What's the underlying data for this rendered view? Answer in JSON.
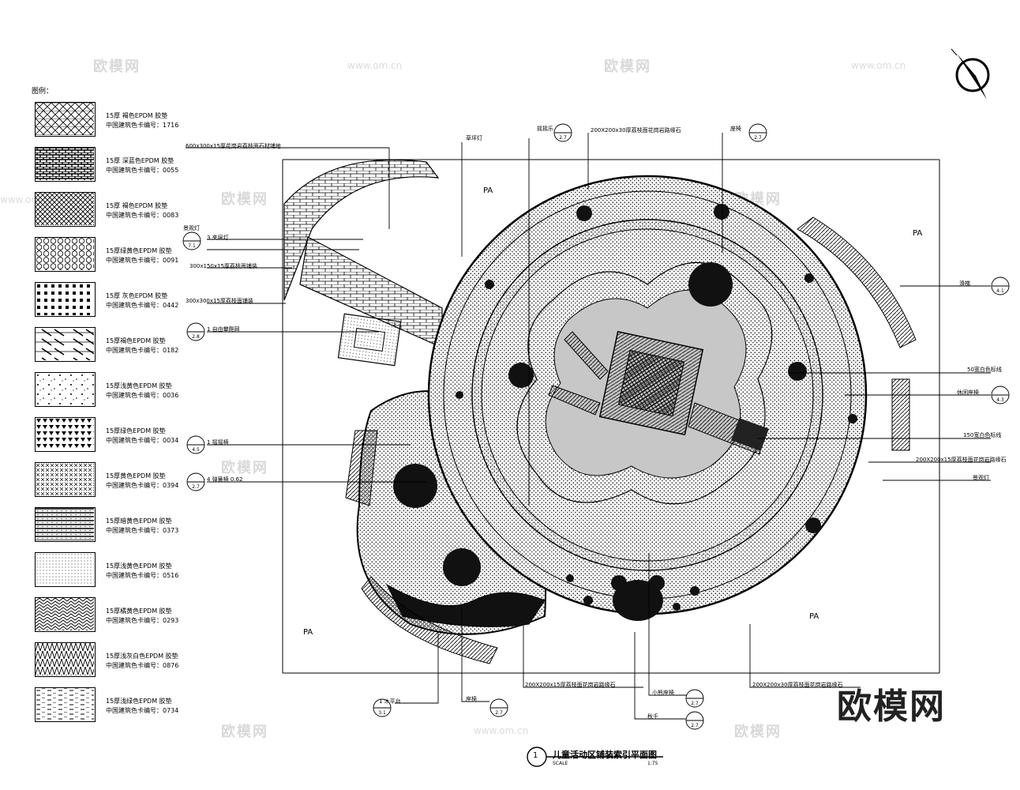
{
  "legend": {
    "heading": "图例：",
    "items": [
      {
        "line1": "15厚 褐色EPDM 胶垫",
        "line2": "中国建筑色卡编号：1716",
        "pattern": "tri"
      },
      {
        "line1": "15厚 深蓝色EPDM 胶垫",
        "line2": "中国建筑色卡编号：0055",
        "pattern": "brick"
      },
      {
        "line1": "15厚 褐色EPDM 胶垫",
        "line2": "中国建筑色卡编号：0083",
        "pattern": "cross"
      },
      {
        "line1": "15厚绿黄色EPDM 胶垫",
        "line2": "中国建筑色卡编号：0091",
        "pattern": "circ"
      },
      {
        "line1": "15厚 灰色EPDM 胶垫",
        "line2": "中国建筑色卡编号：0442",
        "pattern": "sq"
      },
      {
        "line1": "15厚褐色EPDM 胶垫",
        "line2": "中国建筑色卡编号：0182",
        "pattern": "diag"
      },
      {
        "line1": "15厚浅黄色EPDM 胶垫",
        "line2": "中国建筑色卡编号：0036",
        "pattern": "sparse"
      },
      {
        "line1": "15厚绿色EPDM 胶垫",
        "line2": "中国建筑色卡编号：0034",
        "pattern": "trifill"
      },
      {
        "line1": "15厚黄色EPDM 胶垫",
        "line2": "中国建筑色卡编号：0394",
        "pattern": "xsmall"
      },
      {
        "line1": "15厚暗黄色EPDM 胶垫",
        "line2": "中国建筑色卡编号：0373",
        "pattern": "stripes"
      },
      {
        "line1": "15厚浅黄色EPDM 胶垫",
        "line2": "中国建筑色卡编号：0516",
        "pattern": "dots"
      },
      {
        "line1": "15厚橘黄色EPDM 胶垫",
        "line2": "中国建筑色卡编号：0293",
        "pattern": "herring"
      },
      {
        "line1": "15厚浅灰白色EPDM 胶垫",
        "line2": "中国建筑色卡编号：0876",
        "pattern": "zigzag"
      },
      {
        "line1": "15厚浅绿色EPDM 胶垫",
        "line2": "中国建筑色卡编号：0734",
        "pattern": "dash"
      }
    ]
  },
  "annotations": {
    "left": [
      "600x300x15厚花岗岩荔枝面石材铺地",
      "景观灯",
      "3 夹层灯",
      "300x150x15厚荔枝面铺装",
      "300x300x15厚荔枝面铺装",
      "1 自由攀爬网",
      "1 摇摇椅",
      "4 弹簧椅 0.62"
    ],
    "top": [
      "摇摇乐",
      "200X200x30厚荔枝面花岗岩路缘石",
      "座椅",
      "草坪灯"
    ],
    "right": [
      "滑梯",
      "50宽白色标线",
      "休闲座椅",
      "150宽白色标线",
      "200X200x15厚荔枝面花岗岩路缘石",
      "景观灯"
    ],
    "bottom": [
      "1 木平台",
      "座椅",
      "200X200x15厚荔枝面花岗岩路缘石",
      "小熊座椅",
      "秋千",
      "200X200x30厚荔枝面花岗岩路缘石"
    ],
    "refs": [
      "7.1",
      "2.8",
      "4.5",
      "2.7",
      "2.7",
      "2.7",
      "4.1",
      "4.3",
      "3.1",
      "2.7",
      "2.7",
      "2.7"
    ]
  },
  "zones": {
    "pa": "PA"
  },
  "title": {
    "number": "1",
    "text": "儿童活动区铺装索引平面图",
    "scale_label": "SCALE",
    "scale_value": "1:75"
  },
  "watermarks": {
    "logo": "欧模网",
    "url": "www.om.cn",
    "brand": "欧模网"
  },
  "icons": {
    "north": "north-arrow-icon"
  }
}
